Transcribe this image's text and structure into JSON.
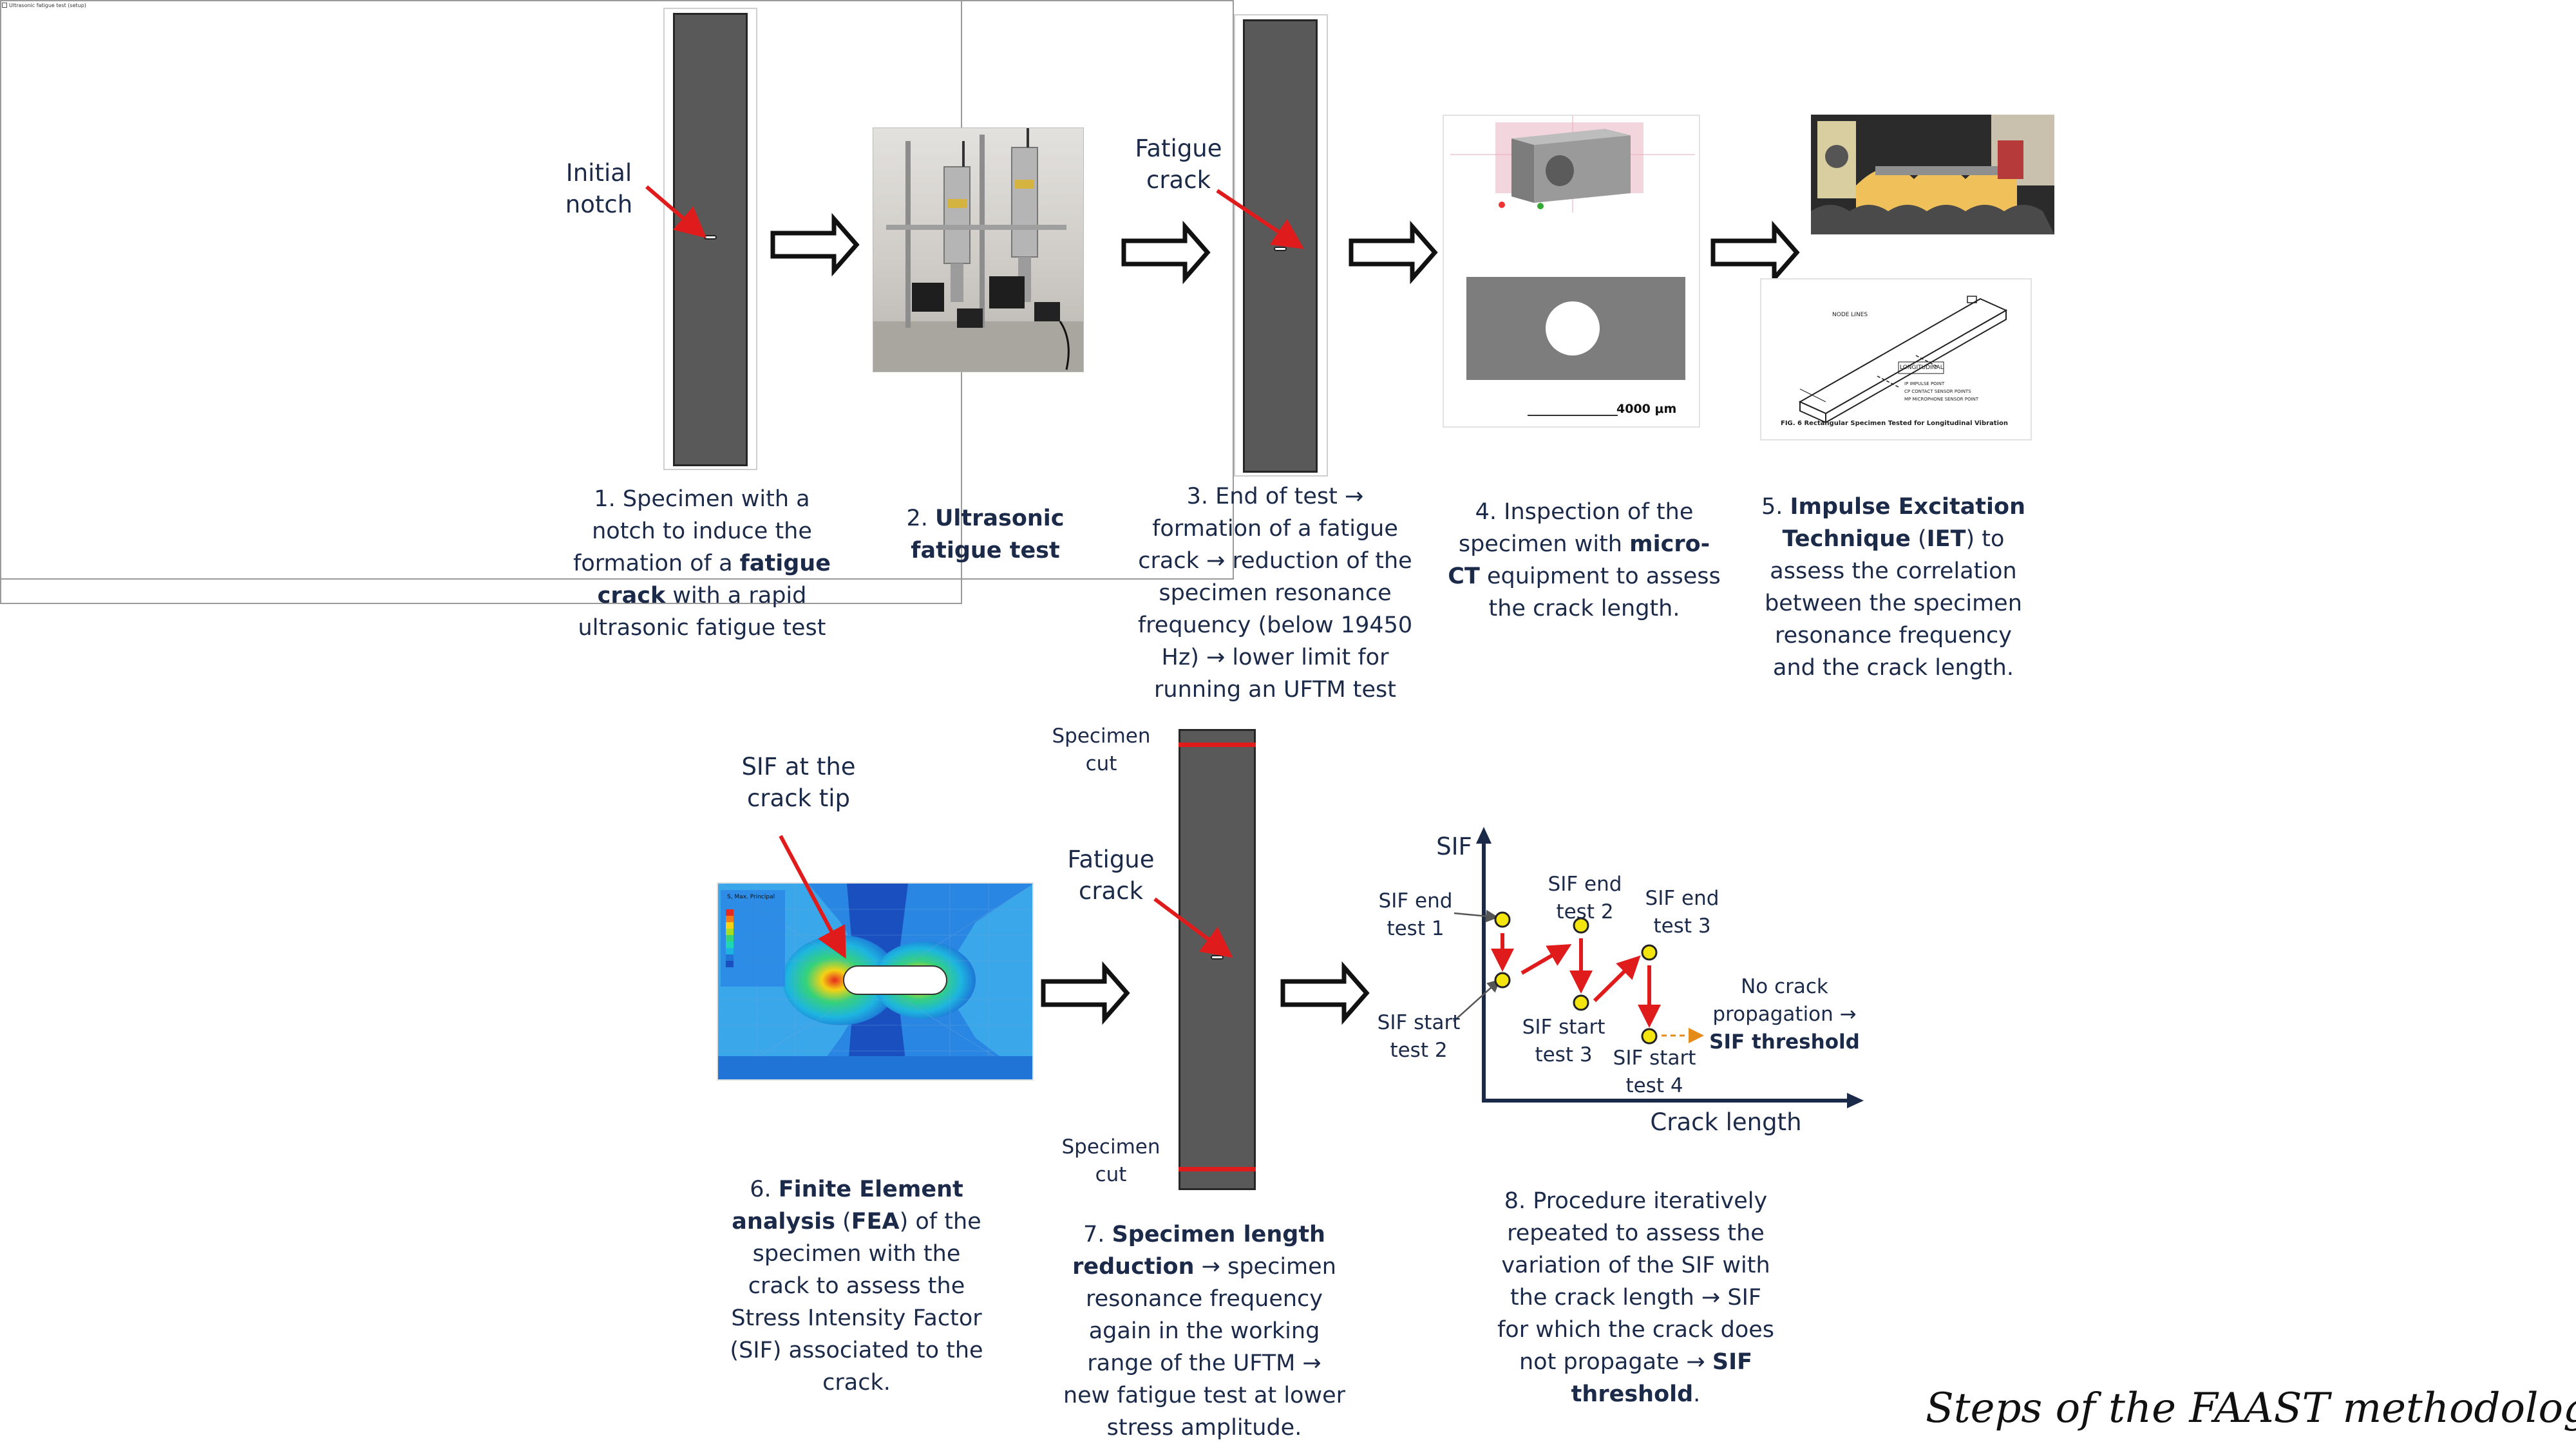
{
  "window": {
    "tiny_label": "Ultrasonic fatigue test (setup)"
  },
  "step1": {
    "notch_label_l1": "Initial",
    "notch_label_l2": "notch",
    "caption": [
      {
        "text": "1. Specimen with a",
        "bold": false
      },
      {
        "text": "notch to induce the",
        "bold": false
      },
      {
        "text": "formation of a ",
        "bold": false,
        "tail": "fatigue",
        "tail_bold": true
      },
      {
        "text": "crack",
        "bold": true,
        "tail": " with a rapid",
        "tail_bold": false
      },
      {
        "text": "ultrasonic fatigue test",
        "bold": false
      }
    ]
  },
  "step2": {
    "caption_l1_pre": "2. ",
    "caption_l1_bold": "Ultrasonic",
    "caption_l2_bold": "fatigue test"
  },
  "step3": {
    "crack_label_l1": "Fatigue",
    "crack_label_l2": "crack",
    "caption": [
      "3. End of test →",
      "formation of a fatigue",
      "crack → reduction of the",
      "specimen resonance",
      "frequency (below 19450",
      "Hz) → lower limit for",
      "running an UFTM test"
    ]
  },
  "step4": {
    "scale_label": "4000 μm",
    "caption_l1": "4. Inspection of the",
    "caption_l2_pre": "specimen with ",
    "caption_l2_bold": "micro-",
    "caption_l3_bold": "CT",
    "caption_l3_post": " equipment to assess",
    "caption_l4": "the crack length."
  },
  "step5": {
    "caption_l1_pre": "5. ",
    "caption_l1_bold": "Impulse Excitation",
    "caption_l2_bold": "Technique",
    "caption_l2_mid": " (",
    "caption_l2_bold2": "IET",
    "caption_l2_post": ") to",
    "caption_l3": "assess the correlation",
    "caption_l4": "between the specimen",
    "caption_l5": "resonance frequency",
    "caption_l6": "and the crack length.",
    "diagram_label_node": "NODE LINES",
    "diagram_label_long": "LONGITUDINAL",
    "diagram_legend_1": "IP    IMPULSE POINT",
    "diagram_legend_2": "CP    CONTACT SENSOR POINTS",
    "diagram_legend_3": "MP    MICROPHONE SENSOR POINT",
    "diagram_caption": "FIG. 6 Rectangular Specimen Tested for Longitudinal Vibration"
  },
  "step6": {
    "sif_label_l1": "SIF at the",
    "sif_label_l2": "crack tip",
    "legend_title": "S, Max. Principal",
    "caption_l1_pre": "6. ",
    "caption_l1_bold": "Finite Element",
    "caption_l2_bold": "analysis",
    "caption_l2_mid": " (",
    "caption_l2_bold2": "FEA",
    "caption_l2_post": ") of the",
    "caption_l3": "specimen with the",
    "caption_l4": "crack to assess the",
    "caption_l5": "Stress Intensity Factor",
    "caption_l6": "(SIF) associated to the",
    "caption_l7": "crack."
  },
  "step7": {
    "cut_top_l1": "Specimen",
    "cut_top_l2": "cut",
    "crack_label_l1": "Fatigue",
    "crack_label_l2": "crack",
    "cut_bottom_l1": "Specimen",
    "cut_bottom_l2": "cut",
    "caption_l1_pre": "7. ",
    "caption_l1_bold": "Specimen length",
    "caption_l2_bold": "reduction",
    "caption_l2_post": " → specimen",
    "caption_l3": "resonance frequency",
    "caption_l4": "again in the working",
    "caption_l5": "range of the UFTM →",
    "caption_l6": "new fatigue test at lower",
    "caption_l7": "stress amplitude."
  },
  "step8": {
    "y_axis_label": "SIF",
    "x_axis_label": "Crack length",
    "lbl_end1_l1": "SIF end",
    "lbl_end1_l2": "test 1",
    "lbl_start2_l1": "SIF start",
    "lbl_start2_l2": "test 2",
    "lbl_end2_l1": "SIF end",
    "lbl_end2_l2": "test 2",
    "lbl_start3_l1": "SIF start",
    "lbl_start3_l2": "test 3",
    "lbl_end3_l1": "SIF end",
    "lbl_end3_l2": "test 3",
    "lbl_start4_l1": "SIF start",
    "lbl_start4_l2": "test 4",
    "no_crack_l1": "No crack",
    "no_crack_l2": "propagation →",
    "no_crack_l3": "SIF threshold",
    "caption_l1": "8. Procedure iteratively",
    "caption_l2": "repeated to assess the",
    "caption_l3": "variation of the SIF with",
    "caption_l4": "the crack length → SIF",
    "caption_l5": "for which the crack does",
    "caption_l6_pre": "not propagate → ",
    "caption_l6_bold": "SIF",
    "caption_l7_bold": "threshold",
    "caption_l7_post": "."
  },
  "footer": {
    "title": "Steps of the FAAST methodology"
  },
  "colors": {
    "specimen": "#595959",
    "arrow_red": "#e01b1b",
    "marker_yellow": "#f5e50f",
    "text_navy": "#1c2a4a"
  }
}
